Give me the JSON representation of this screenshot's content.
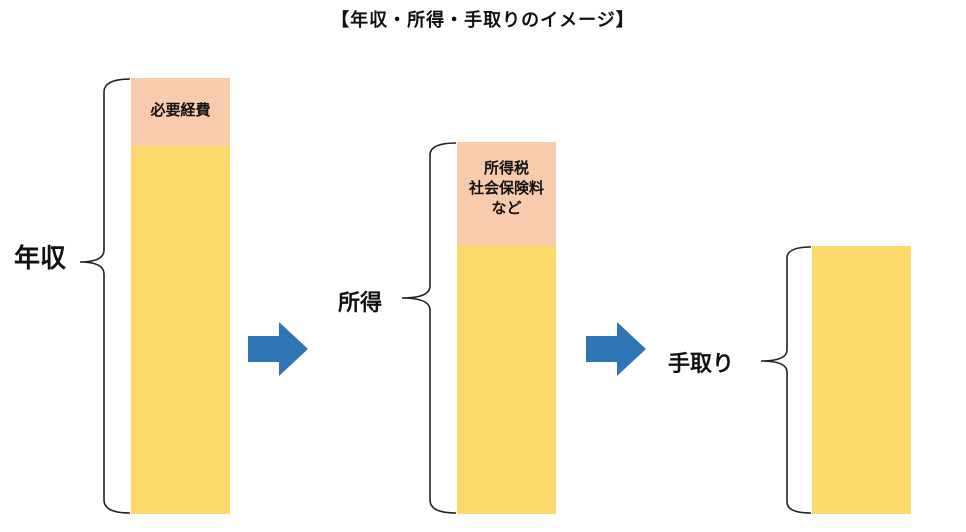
{
  "title": "【年収・所得・手取りのイメージ】",
  "stages": [
    {
      "label": "年収",
      "deduction": [
        "必要経費"
      ]
    },
    {
      "label": "所得",
      "deduction": [
        "所得税",
        "社会保険料",
        "など"
      ]
    },
    {
      "label": "手取り",
      "deduction": []
    }
  ],
  "colors": {
    "main_bar": "#fdd86a",
    "deduction_bar": "#f8cbad",
    "arrow": "#2e75b6",
    "brace": "#222222"
  }
}
